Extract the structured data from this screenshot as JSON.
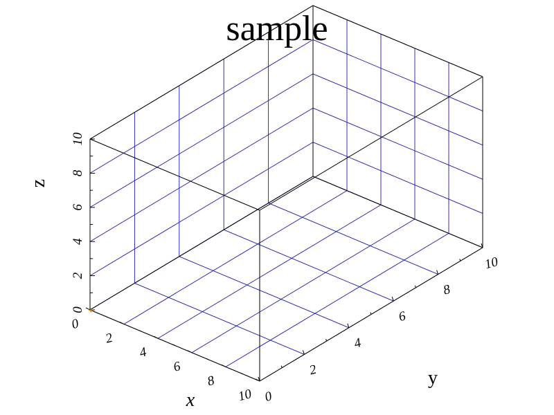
{
  "chart_data": {
    "type": "scatter",
    "title": "sample",
    "xlabel": "x",
    "ylabel": "y",
    "zlabel": "z",
    "xlim": [
      0,
      10
    ],
    "ylim": [
      0,
      10
    ],
    "zlim": [
      0,
      10
    ],
    "x_ticks": [
      "0",
      "2",
      "4",
      "6",
      "8",
      "10"
    ],
    "y_ticks": [
      "0",
      "2",
      "4",
      "6",
      "8",
      "10"
    ],
    "z_ticks": [
      "0",
      "2",
      "4",
      "6",
      "8",
      "10"
    ],
    "grid": true,
    "projection": "3d",
    "points": [
      {
        "x": 0.05,
        "y": 0.0,
        "z": 0.0
      }
    ],
    "point_color": "#c8781e",
    "grid_color": "#1a1aa6"
  }
}
